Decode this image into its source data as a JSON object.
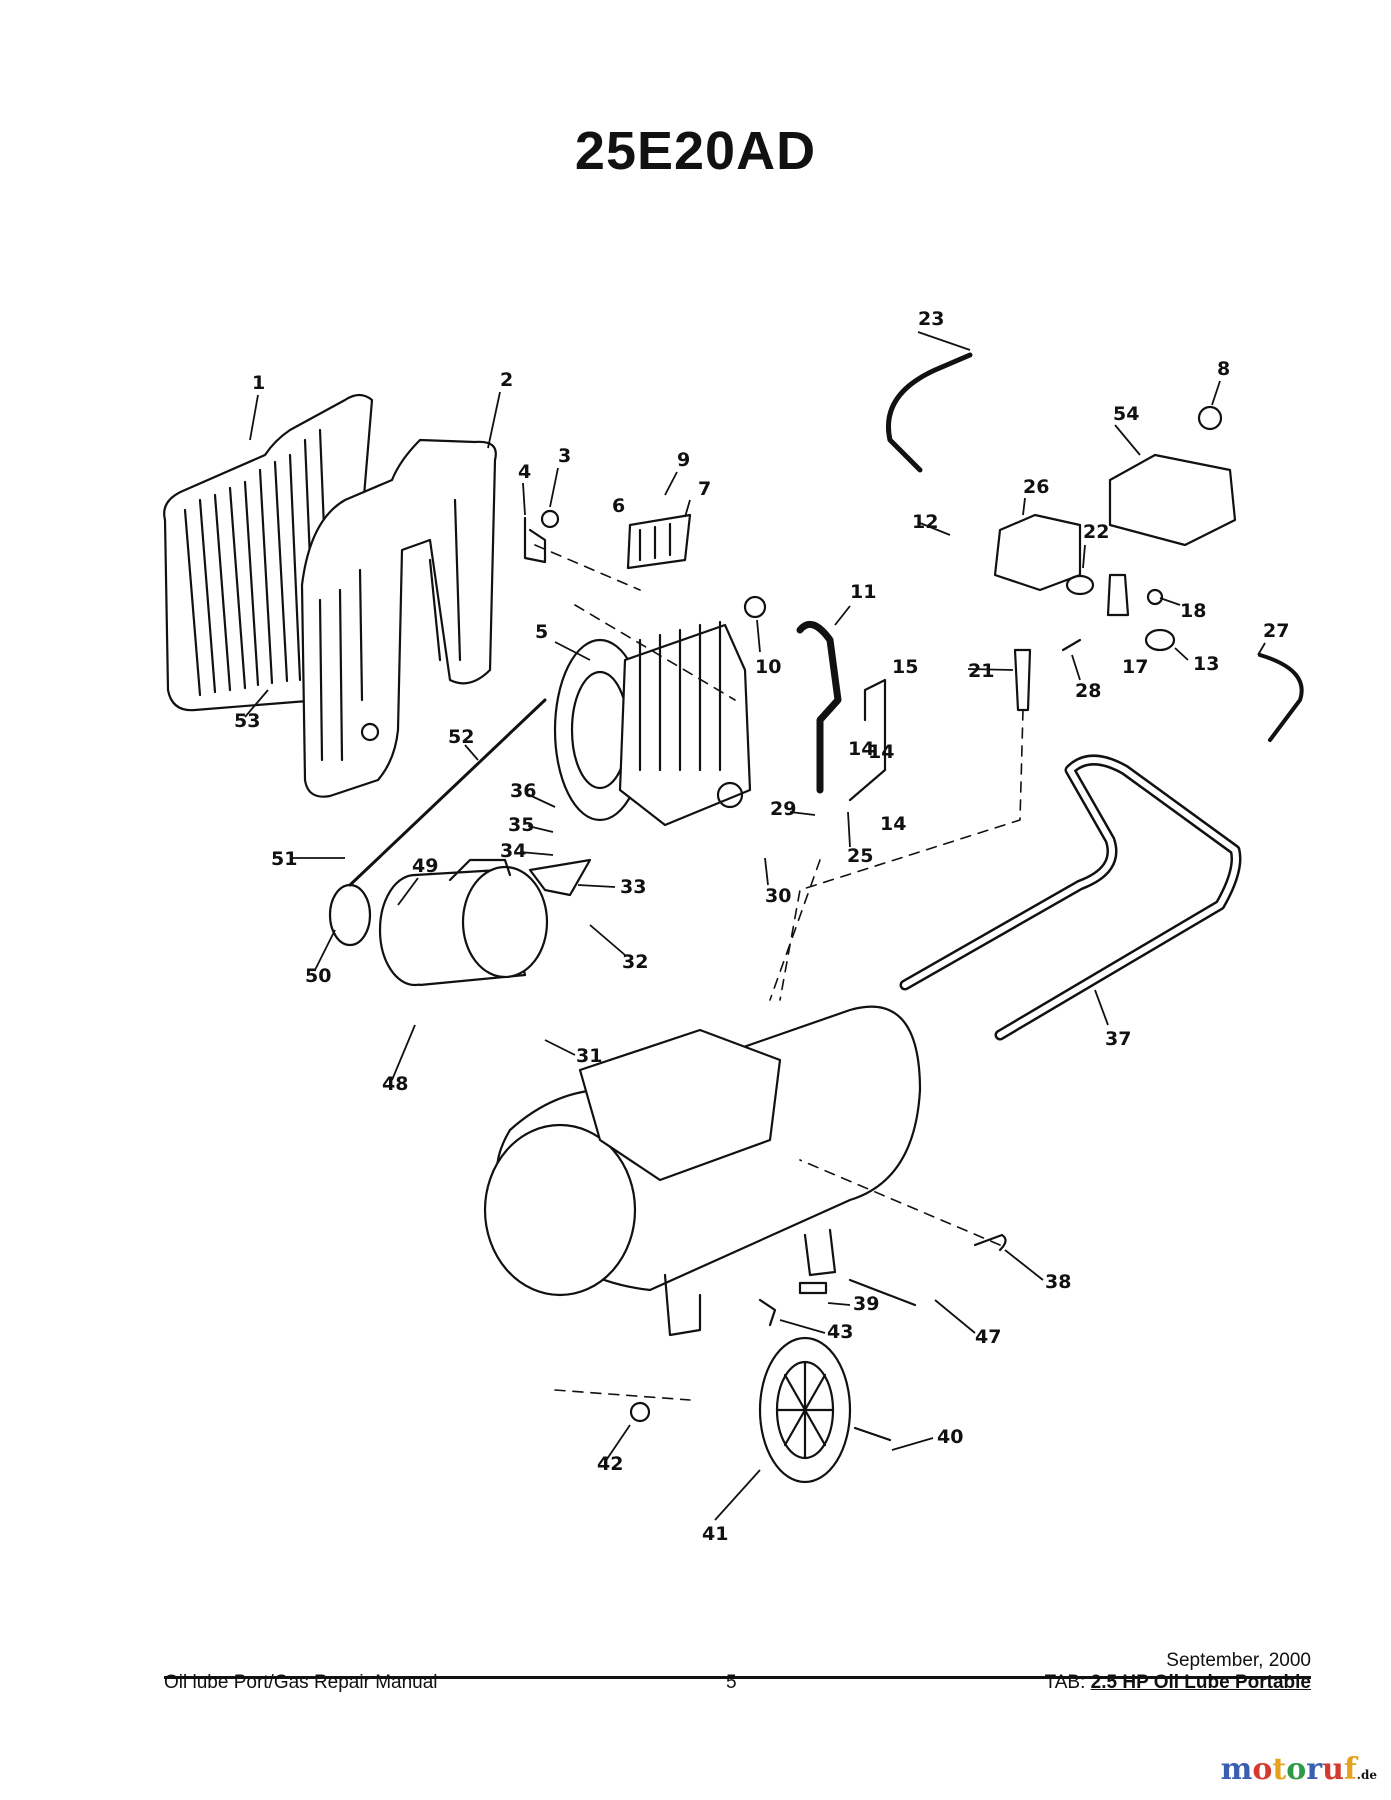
{
  "title": "25E20AD",
  "callouts": [
    "1",
    "2",
    "3",
    "4",
    "5",
    "6",
    "7",
    "8",
    "9",
    "10",
    "11",
    "12",
    "13",
    "14",
    "14",
    "14",
    "15",
    "17",
    "18",
    "21",
    "22",
    "23",
    "25",
    "26",
    "27",
    "28",
    "29",
    "30",
    "31",
    "32",
    "33",
    "34",
    "35",
    "36",
    "37",
    "38",
    "39",
    "40",
    "41",
    "42",
    "43",
    "47",
    "48",
    "49",
    "50",
    "51",
    "52",
    "53",
    "54"
  ],
  "footer": {
    "left": "Oil lube Port/Gas Repair Manual",
    "page": "5",
    "date": "September, 2000",
    "tab_prefix": "TAB: ",
    "tab_value": "2.5 HP Oil Lube Portable"
  },
  "watermark": {
    "main": "motoruf",
    "suffix": ".de",
    "colors": [
      "#3a5fb0",
      "#d23b2e",
      "#e6a21c",
      "#2e9a48"
    ]
  }
}
